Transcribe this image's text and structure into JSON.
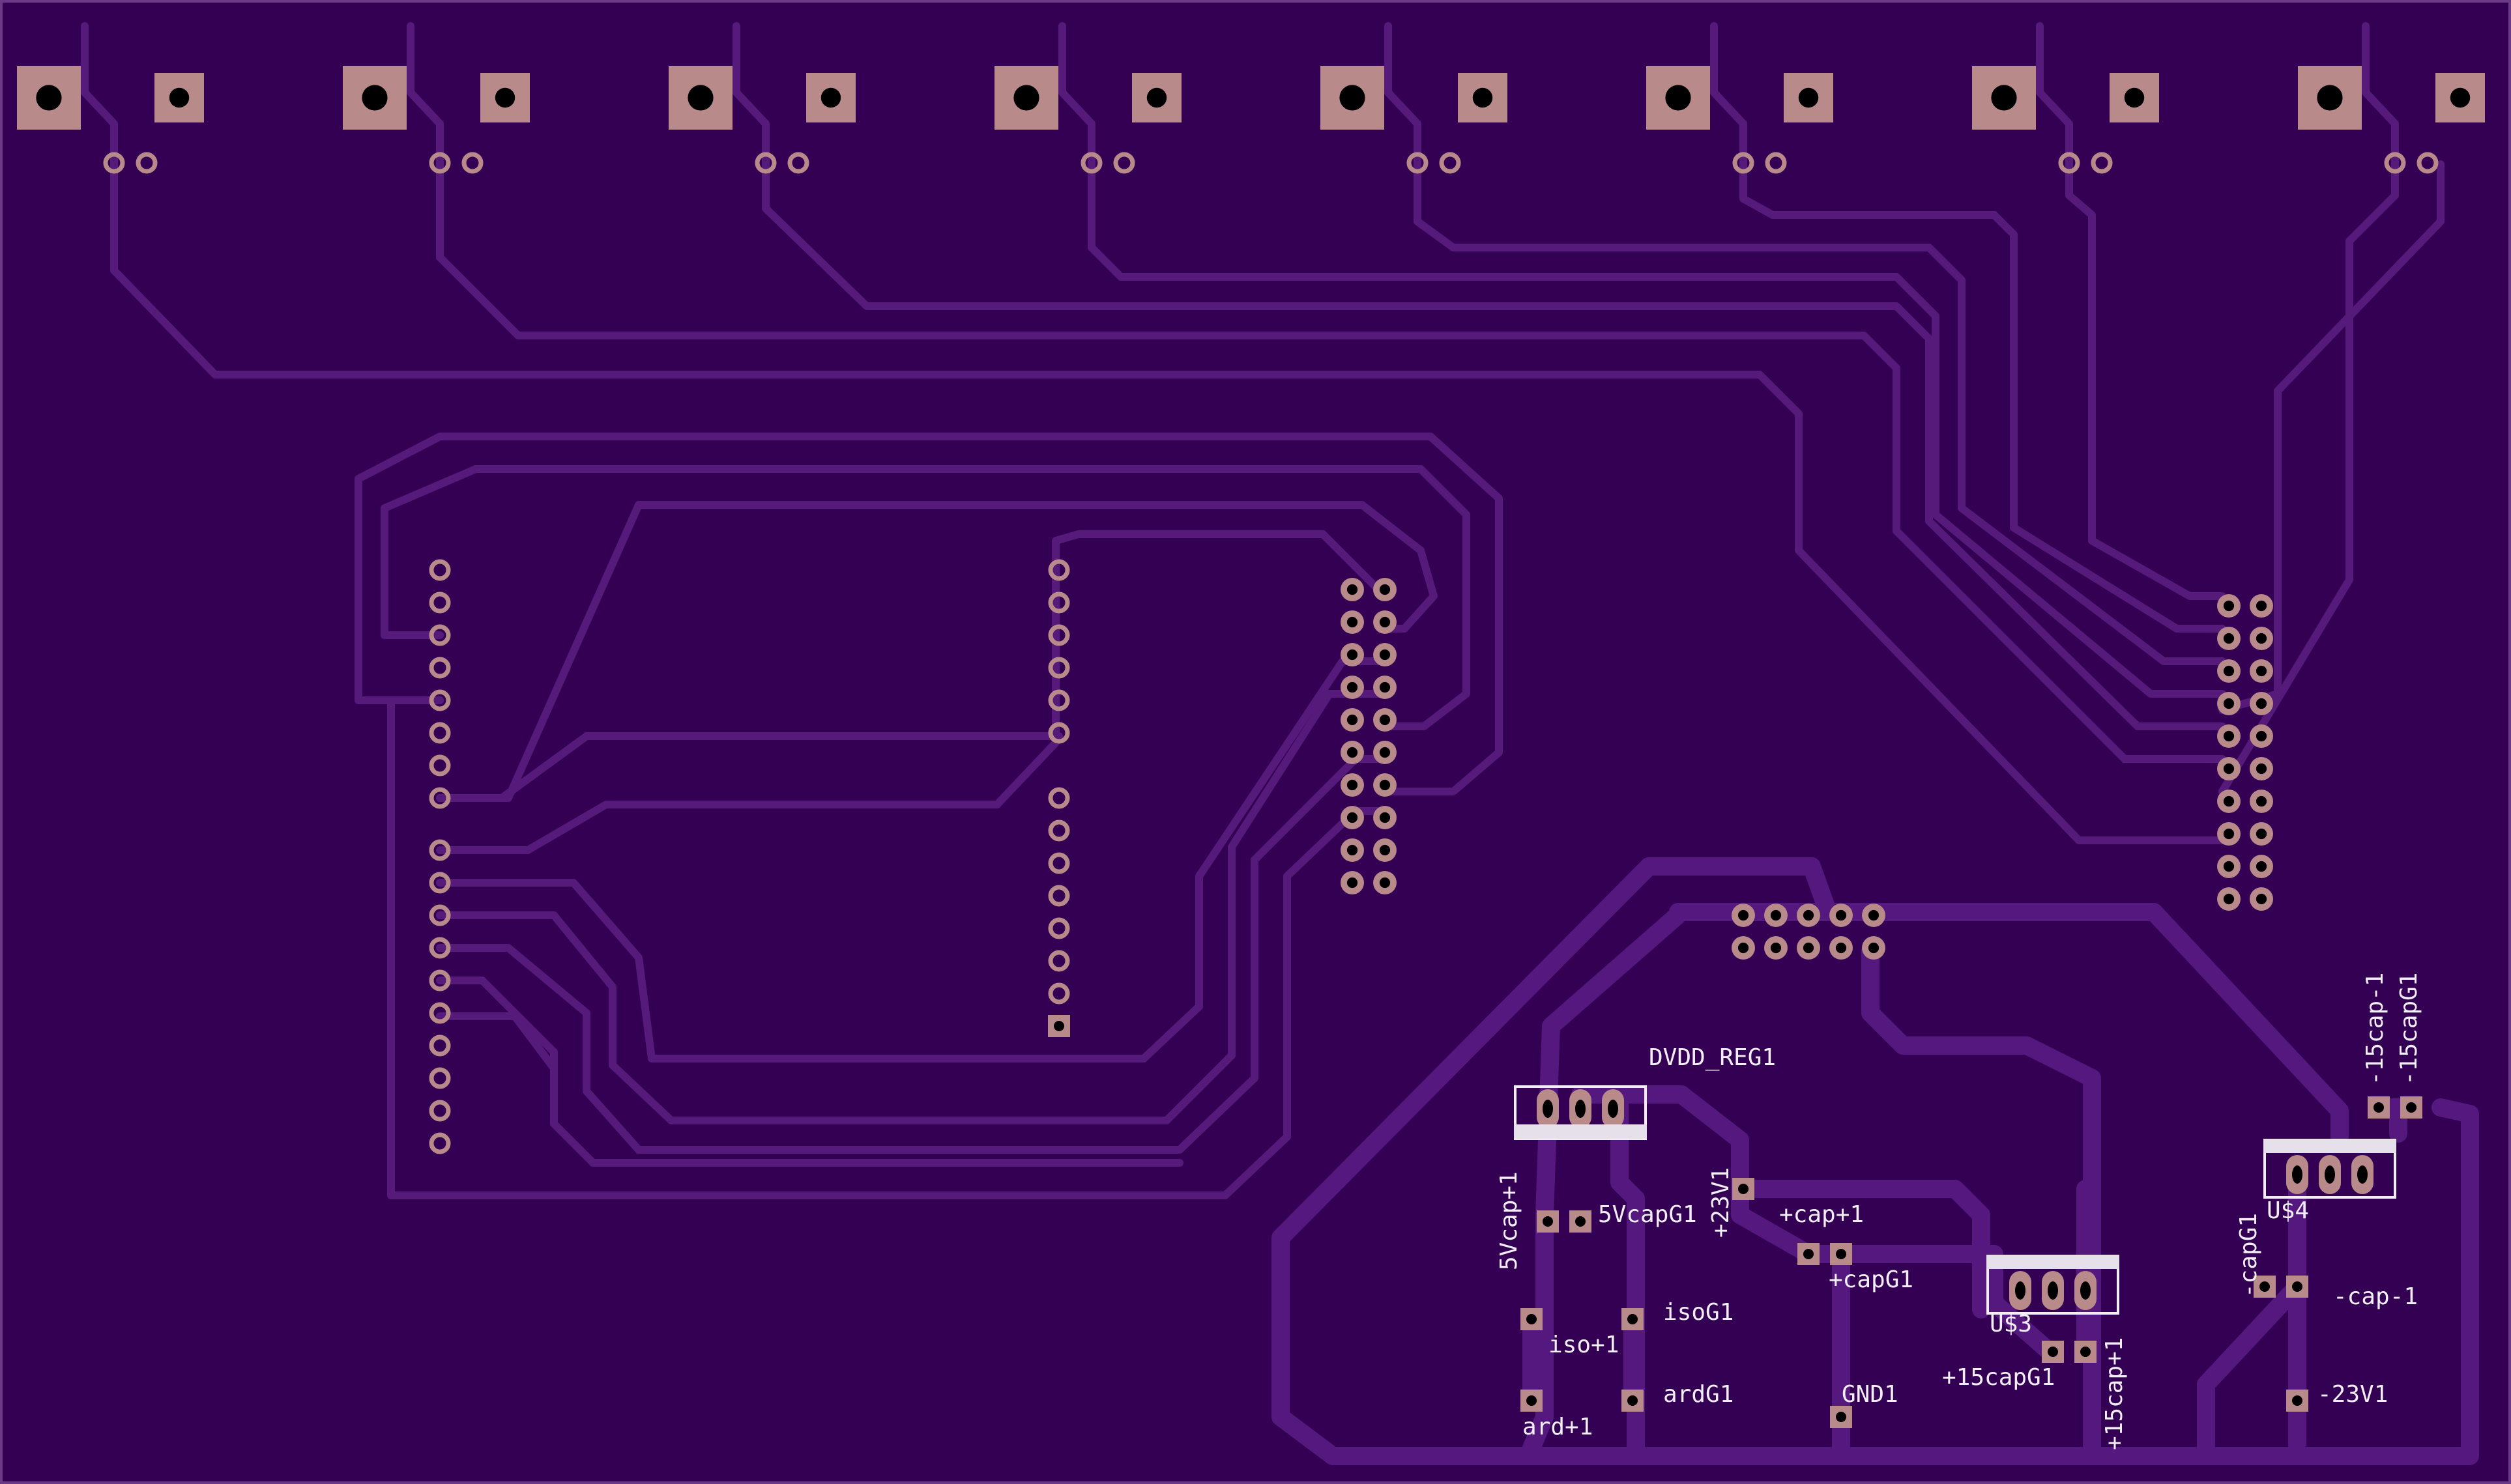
{
  "colors": {
    "board": "#330054",
    "edge": "#6a3a86",
    "trace": "#551a7a",
    "pad_copper": "#b88a8a",
    "hole": "#000000",
    "silk": "#f2eef6"
  },
  "labels": {
    "dvdd_reg1": "DVDD_REG1",
    "v5cap1": "5Vcap+1",
    "v5capg1": "5VcapG1",
    "v23_1": "+23V1",
    "cap1": "+cap+1",
    "capg1": "+capG1",
    "isog1": "isoG1",
    "iso1": "iso+1",
    "ardg1": "ardG1",
    "ard1": "ard+1",
    "gnd1": "GND1",
    "u3": "U$3",
    "u4": "U$4",
    "p15capg1": "+15capG1",
    "p15cap1": "+15cap+1",
    "m15cap1": "-15cap-1",
    "m15capg1": "-15capG1",
    "mcapg1": "-capG1",
    "mcap1": "-cap-1",
    "m23v1": "-23V1"
  }
}
